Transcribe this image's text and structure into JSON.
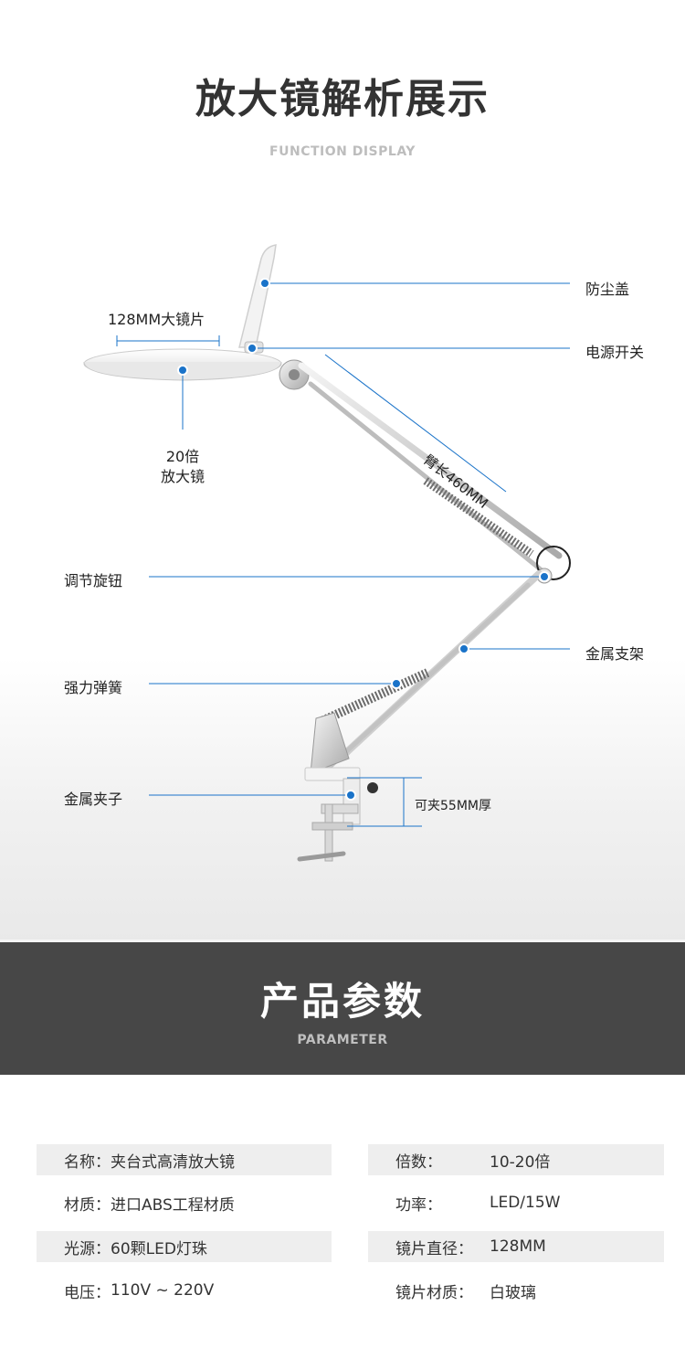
{
  "header": {
    "title": "放大镜解析展示",
    "subtitle": "FUNCTION DISPLAY"
  },
  "callouts": {
    "dust_cover": "防尘盖",
    "lens_128": "128MM大镜片",
    "power_switch": "电源开关",
    "magnify_line1": "20倍",
    "magnify_line2": "放大镜",
    "arm_length": "臂长460MM",
    "knob": "调节旋钮",
    "metal_bracket": "金属支架",
    "spring": "强力弹簧",
    "metal_clamp": "金属夹子",
    "clamp_thickness": "可夹55MM厚"
  },
  "parameter_band": {
    "title": "产品参数",
    "subtitle": "PARAMETER"
  },
  "params_left": [
    {
      "key": "名称：",
      "value": "夹台式高清放大镜"
    },
    {
      "key": "材质：",
      "value": "进口ABS工程材质"
    },
    {
      "key": "光源：",
      "value": "60颗LED灯珠"
    },
    {
      "key": "电压：",
      "value": "110V ~ 220V"
    }
  ],
  "params_right": [
    {
      "key": "倍数：",
      "value": "10-20倍"
    },
    {
      "key": "功率：",
      "value": "LED/15W"
    },
    {
      "key": "镜片直径：",
      "value": "128MM"
    },
    {
      "key": "镜片材质：",
      "value": "白玻璃"
    }
  ],
  "colors": {
    "accent_blue": "#1a73c9",
    "band_gray": "#474747",
    "row_shade": "#eeeeee"
  }
}
